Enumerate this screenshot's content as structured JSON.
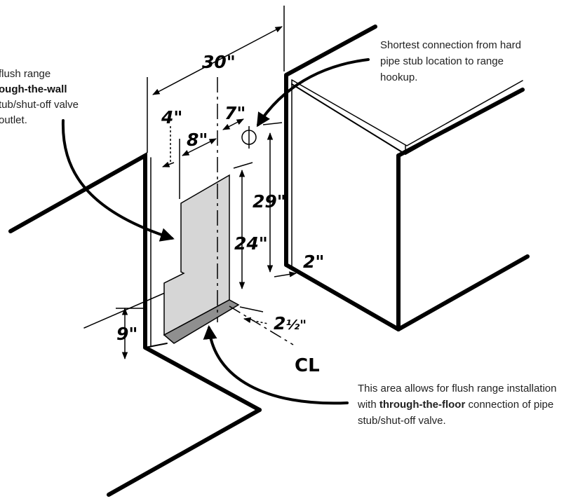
{
  "dimensions": {
    "d30": "30\"",
    "d4": "4\"",
    "d8": "8\"",
    "d7": "7\"",
    "d29": "29\"",
    "d24": "24\"",
    "d2": "2\"",
    "d2_5_whole": "2",
    "d2_5_frac": "½\"",
    "d9": "9\""
  },
  "centerline_label": "CL",
  "notes": {
    "wall": {
      "line1": "flush range",
      "line2_bold": "ough-the-wall",
      "line3": "tub/shut-off valve",
      "line4": "outlet."
    },
    "shortest": {
      "line1": "Shortest connection from hard",
      "line2": "pipe stub location to range",
      "line3": "hookup."
    },
    "floor": {
      "line1": "This area allows for flush range installation",
      "line2_pre": "with ",
      "line2_bold": "through-the-floor",
      "line2_post": " connection of pipe",
      "line3": "stub/shut-off valve."
    }
  },
  "colors": {
    "line": "#000000",
    "shaded_area": "#d6d6d6",
    "floor_strip": "#8f8f8f"
  }
}
